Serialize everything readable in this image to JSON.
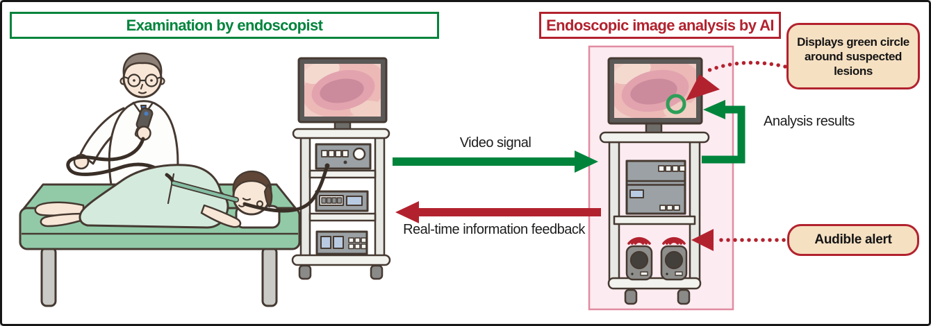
{
  "page": {
    "background": "#ffffff",
    "frame_border_color": "#161616"
  },
  "sections": {
    "examination": {
      "title": "Examination by endoscopist",
      "accent_color": "#00843c"
    },
    "ai_analysis": {
      "title": "Endoscopic image analysis by AI",
      "accent_color": "#b2222e",
      "panel_fill": "#fcebf1",
      "panel_border": "#e18ba1"
    }
  },
  "flow_labels": {
    "video_signal": "Video signal",
    "feedback": "Real-time information feedback",
    "analysis_results": "Analysis results"
  },
  "callouts": {
    "lesion_note": {
      "lines": [
        "Displays green circle",
        "around suspected",
        "lesions"
      ],
      "fill": "#f5e0c2",
      "border": "#b2222e"
    },
    "audible_alert": {
      "text": "Audible alert",
      "fill": "#f5e0c2",
      "border": "#b2222e"
    }
  },
  "illustration": {
    "marker_circle_color": "#2d9e58",
    "sound_wave_color": "#b2222e",
    "icons": [
      "doctor-illustration",
      "patient-illustration",
      "exam-table",
      "endoscope-cable",
      "endoscopy-cart",
      "endoscopy-monitor",
      "ai-panel",
      "ai-monitor",
      "green-circle-marker",
      "ai-computer",
      "speakers",
      "sound-waves-icon"
    ]
  }
}
